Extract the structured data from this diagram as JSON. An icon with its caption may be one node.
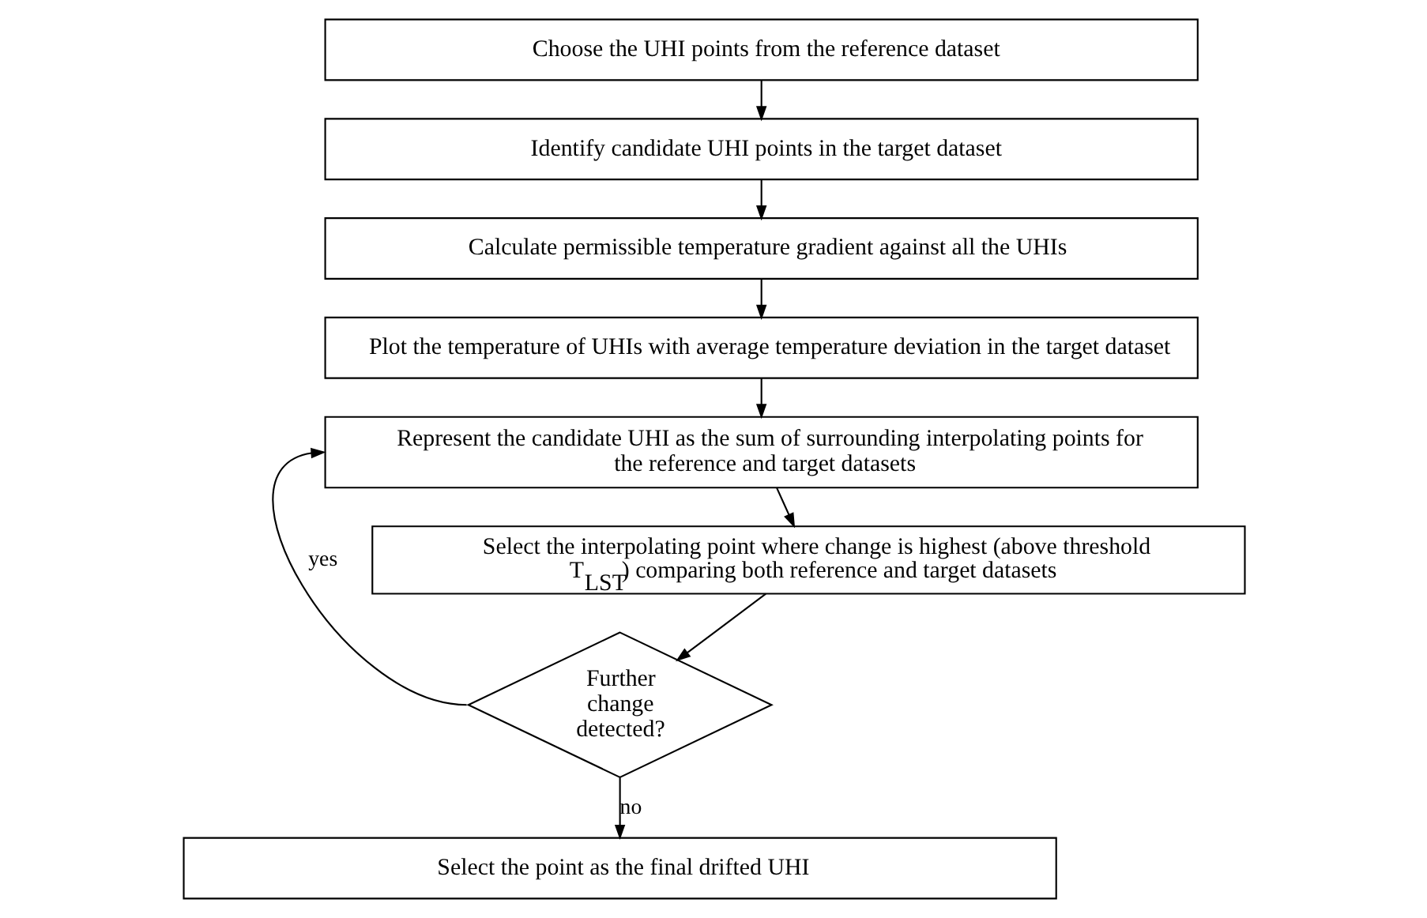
{
  "diagram": {
    "nodes": [
      {
        "text": [
          "Choose the UHI points from the reference dataset"
        ]
      },
      {
        "text": [
          "Identify candidate UHI points in the target dataset"
        ]
      },
      {
        "text": [
          "Calculate permissible temperature gradient against all the UHIs"
        ]
      },
      {
        "text": [
          "Plot the temperature of UHIs with average temperature deviation in the target dataset"
        ]
      },
      {
        "text": [
          "Represent the candidate UHI as the sum of surrounding interpolating points for the reference and target datasets"
        ]
      },
      {
        "text": [
          "Select the interpolating point where change is highest (above threshold T$_{LST}$) comparing both reference and target datasets"
        ]
      },
      {
        "text": [
          "Further change detected?"
        ]
      },
      {
        "text": [
          "Select the point as the final drifted UHI"
        ]
      }
    ],
    "edges": [
      {
        "from": 0,
        "to": 1,
        "arrow": "to"
      },
      {
        "from": 1,
        "to": 2,
        "arrow": "to"
      },
      {
        "from": 2,
        "to": 3,
        "arrow": "to"
      },
      {
        "from": 3,
        "to": 4,
        "arrow": "to"
      },
      {
        "from": 4,
        "to": 5,
        "arrow": "to"
      },
      {
        "from": 5,
        "to": 6,
        "arrow": "to"
      },
      {
        "from": 6,
        "to": 4,
        "arrow": "to",
        "label": "yes"
      },
      {
        "from": 6,
        "to": 7,
        "arrow": "to",
        "label": "no"
      }
    ]
  }
}
